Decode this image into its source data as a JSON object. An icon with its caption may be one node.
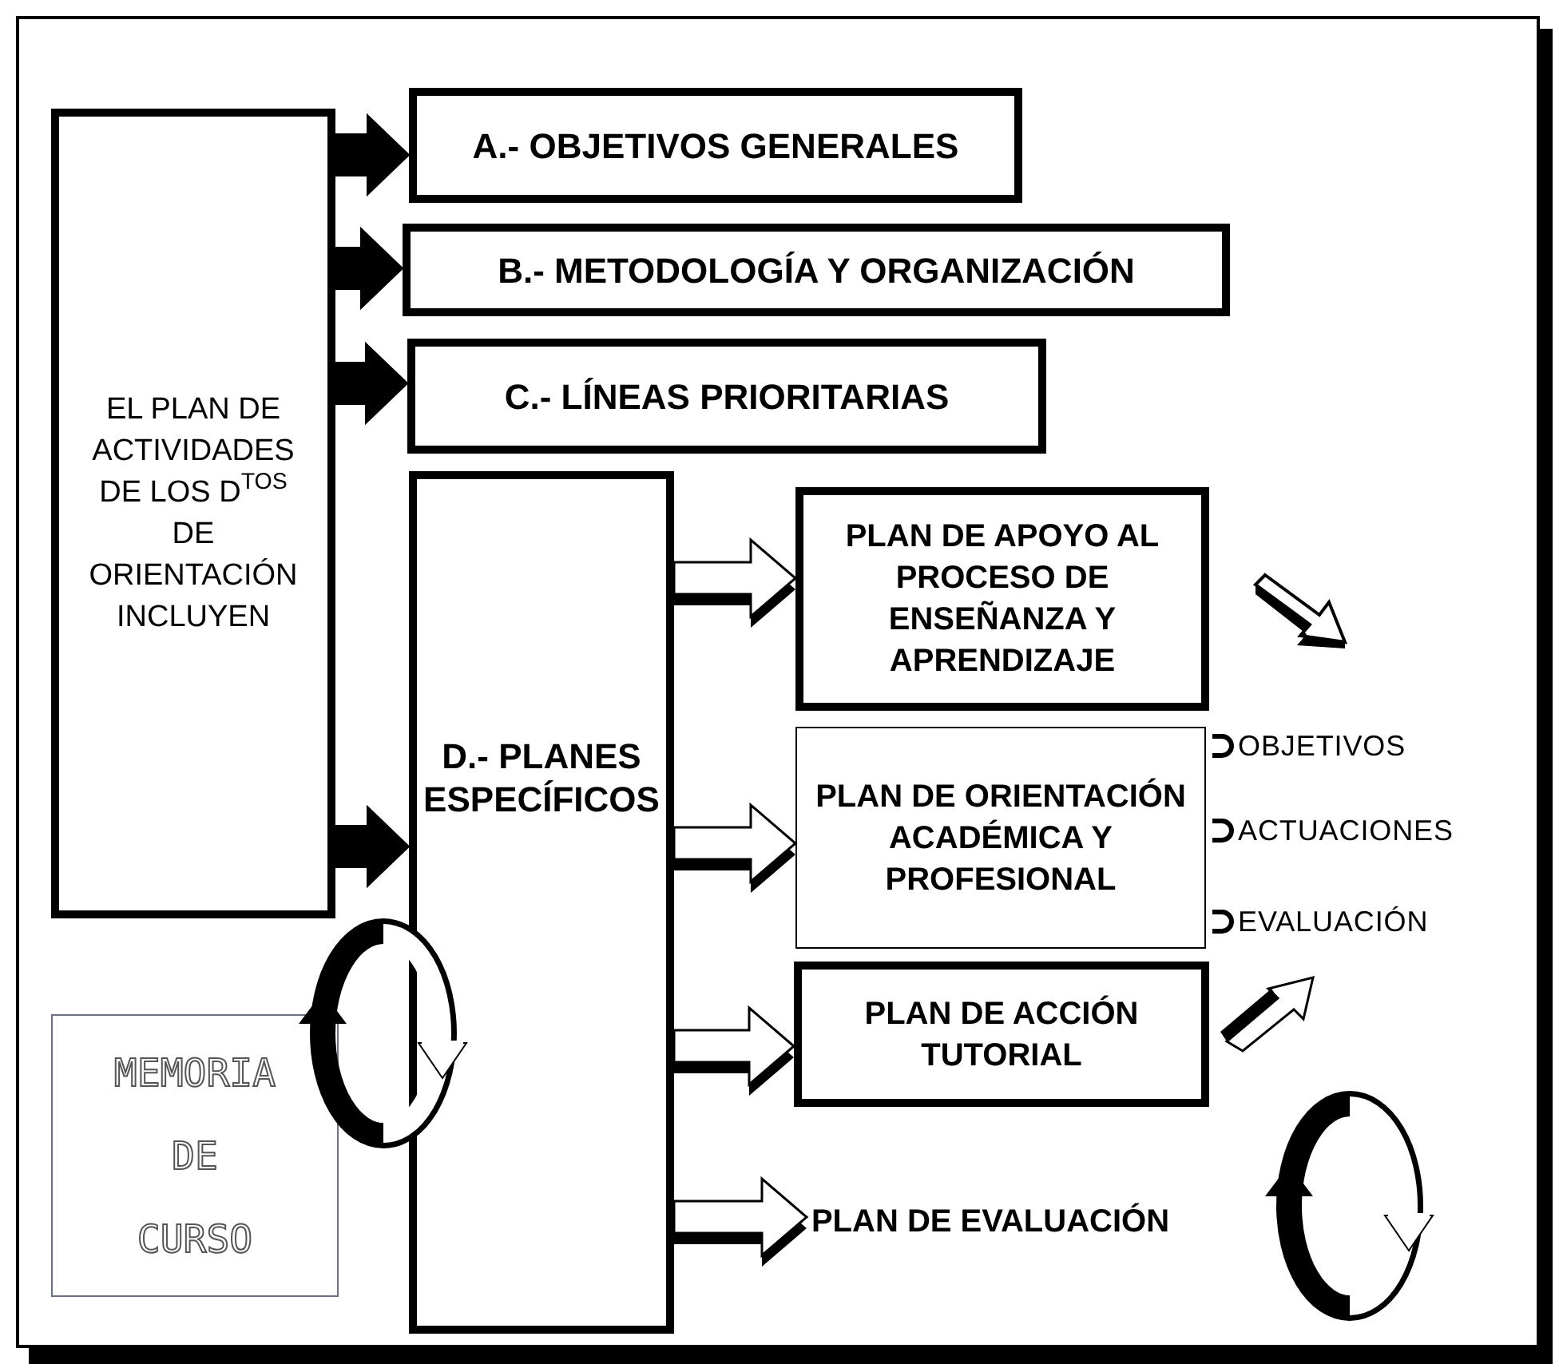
{
  "diagram": {
    "nodes": [
      {
        "text": [
          "EL PLAN DE ACTIVIDADES DE LOS D$^{TOS}$ DE ORIENTACIÓN INCLUYEN"
        ]
      },
      {
        "text": [
          "A.- OBJETIVOS GENERALES"
        ]
      },
      {
        "text": [
          "B.- METODOLOGÍA Y ORGANIZACIÓN"
        ]
      },
      {
        "text": [
          "C.- LÍNEAS PRIORITARIAS"
        ]
      },
      {
        "text": [
          "D.- PLANES ESPECÍFICOS"
        ]
      },
      {
        "text": [
          "PLAN DE APOYO AL PROCESO DE ENSEÑANZA Y APRENDIZAJE"
        ]
      },
      {
        "text": [
          "PLAN DE ORIENTACIÓN ACADÉMICA Y PROFESIONAL"
        ]
      },
      {
        "text": [
          "PLAN DE ACCIÓN TUTORIAL"
        ]
      },
      {
        "text": [
          "PLAN DE EVALUACIÓN"
        ]
      },
      {
        "text": [
          "MEMORIA DE CURSO"
        ]
      }
    ],
    "edges": [
      {
        "from": 0,
        "to": 1,
        "arrow": "to",
        "color": "#000000"
      },
      {
        "from": 0,
        "to": 2,
        "arrow": "to",
        "color": "#000000"
      },
      {
        "from": 0,
        "to": 3,
        "arrow": "to",
        "color": "#000000"
      },
      {
        "from": 0,
        "to": 4,
        "arrow": "to",
        "color": "#000000"
      },
      {
        "from": 4,
        "to": 5,
        "arrow": "to",
        "color": "#ffffff"
      },
      {
        "from": 4,
        "to": 6,
        "arrow": "to",
        "color": "#ffffff"
      },
      {
        "from": 4,
        "to": 7,
        "arrow": "to",
        "color": "#ffffff"
      },
      {
        "from": 4,
        "to": 8,
        "arrow": "to",
        "color": "#ffffff"
      }
    ],
    "labels": [
      "OBJETIVOS",
      "ACTUACIONES",
      "EVALUACIÓN"
    ]
  }
}
